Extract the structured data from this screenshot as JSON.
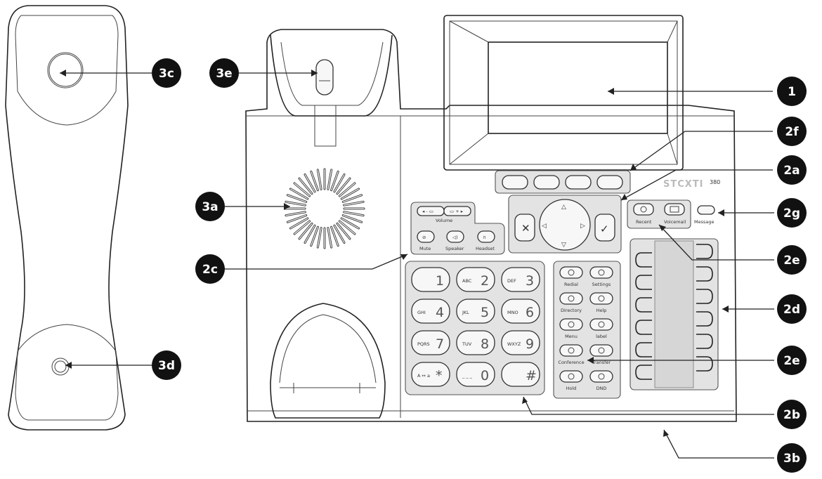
{
  "callouts": {
    "c1": "1",
    "c2f": "2f",
    "c2a": "2a",
    "c2g": "2g",
    "c2e_top": "2e",
    "c2d": "2d",
    "c2e_bottom": "2e",
    "c2b": "2b",
    "c3b": "3b",
    "c3c": "3c",
    "c3d": "3d",
    "c3e": "3e",
    "c3a": "3a",
    "c2c": "2c"
  },
  "phone": {
    "brand": "STCXTI",
    "model": "380",
    "keypad": {
      "digits": [
        "1",
        "2",
        "3",
        "4",
        "5",
        "6",
        "7",
        "8",
        "9",
        "*",
        "0",
        "#"
      ],
      "letters": [
        "",
        "ABC",
        "DEF",
        "GHI",
        "JKL",
        "MNO",
        "PQRS",
        "TUV",
        "WXYZ",
        "A ↔ a",
        "_ _ _",
        ""
      ]
    },
    "audio_keys": {
      "volume": "Volume",
      "mute": "Mute",
      "speaker": "Speaker",
      "headset": "Headset"
    },
    "feature_keys": [
      "Redial",
      "Settings",
      "Directory",
      "Help",
      "Menu",
      "label",
      "Conference",
      "Transfer",
      "Hold",
      "DND"
    ],
    "top_keys": {
      "history": "Recent",
      "voicemail": "Voicemail",
      "message": "Message"
    }
  }
}
